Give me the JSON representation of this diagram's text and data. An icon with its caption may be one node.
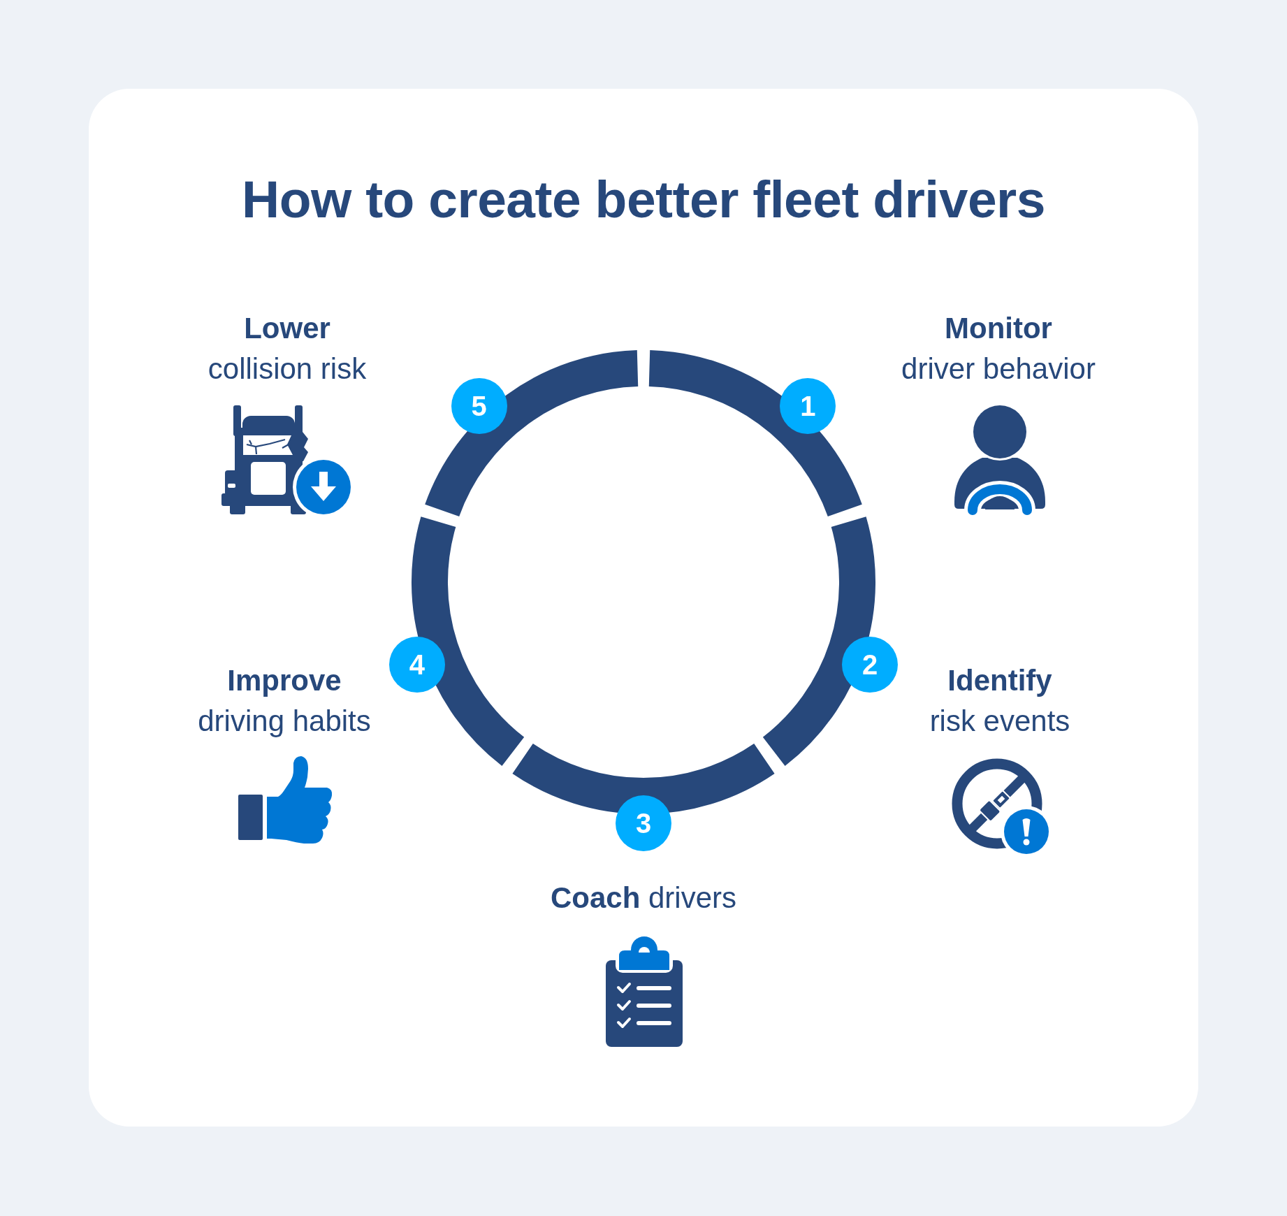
{
  "diagram": {
    "title": "How to create better fleet drivers",
    "nodes": [
      {
        "text": [
          "1"
        ],
        "beside": [
          "**Monitor** driver behavior"
        ]
      },
      {
        "text": [
          "2"
        ],
        "beside": [
          "**Identify** risk events"
        ]
      },
      {
        "text": [
          "3"
        ],
        "beside": [
          "**Coach** drivers"
        ]
      },
      {
        "text": [
          "4"
        ],
        "beside": [
          "**Improve** driving habits"
        ]
      },
      {
        "text": [
          "5"
        ],
        "beside": [
          "**Lower** collision risk"
        ]
      }
    ]
  }
}
